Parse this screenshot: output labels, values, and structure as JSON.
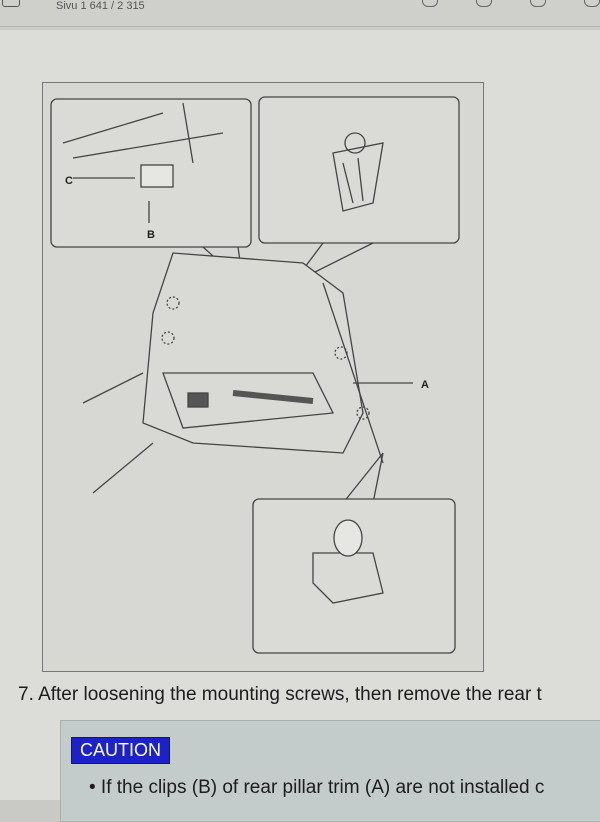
{
  "toolbar": {
    "page_indicator": "Sivu 1 641 / 2 315"
  },
  "figure": {
    "labels": {
      "a": "A",
      "b": "B",
      "c": "C"
    }
  },
  "content": {
    "step_text": "7. After loosening the mounting screws, then remove the rear t",
    "caution_label": "CAUTION",
    "caution_text": "• If the clips (B) of rear pillar trim (A) are not installed c"
  }
}
